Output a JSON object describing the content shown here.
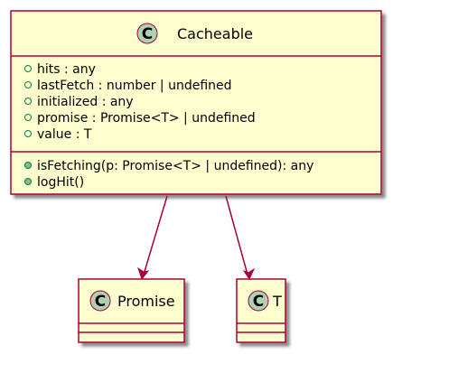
{
  "diagram": {
    "colors": {
      "class_fill": "#FEFECE",
      "class_border": "#A80036",
      "circle_fill": "#ADD1B2",
      "arrow": "#A80036",
      "visibility_icon": "#038048"
    },
    "classes": {
      "cacheable": {
        "stereotype_letter": "C",
        "name": "Cacheable",
        "attributes": [
          "hits : any",
          "lastFetch : number | undefined",
          "initialized : any",
          "promise : Promise<T> | undefined",
          "value : T"
        ],
        "methods": [
          "isFetching(p: Promise<T> | undefined): any",
          "logHit()"
        ]
      },
      "promise": {
        "stereotype_letter": "C",
        "name": "Promise",
        "attributes": [],
        "methods": []
      },
      "t": {
        "stereotype_letter": "C",
        "name": "T",
        "attributes": [],
        "methods": []
      }
    },
    "relations": [
      {
        "from": "Cacheable",
        "to": "Promise",
        "type": "association"
      },
      {
        "from": "Cacheable",
        "to": "T",
        "type": "association"
      }
    ]
  }
}
